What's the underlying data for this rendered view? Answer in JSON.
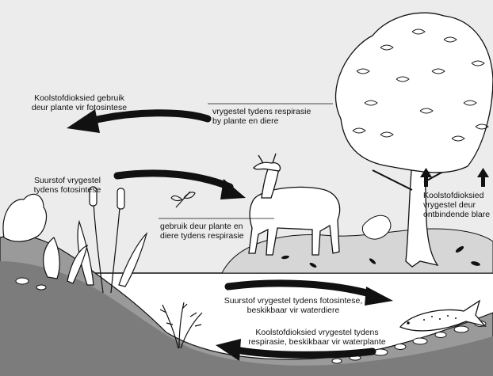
{
  "labels": {
    "co2_used_by_plants": [
      "Koolstofdioksied gebruik",
      "deur plante vir fotosintese"
    ],
    "released_by_respiration": [
      "vrygestel tydens respirasie",
      "by plante en diere"
    ],
    "oxygen_released": [
      "Suurstof vrygestel",
      "tydens fotosintese"
    ],
    "used_in_respiration": [
      "gebruik deur plante en",
      "diere tydens respirasie"
    ],
    "co2_from_leaves": [
      "Koolstofdioksied",
      "vrygestel deur",
      "ontbindende blare"
    ],
    "oxygen_for_water_animals": [
      "Suurstof vrygestel tydens fotosintese,",
      "beskikbaar vir waterdiere"
    ],
    "co2_for_water_plants": [
      "Koolstofdioksied vrygestel tydens",
      "respirasie, beskikbaar vir waterplante"
    ]
  },
  "colors": {
    "background": "#ececec",
    "ink": "#111111",
    "water": "#ffffff",
    "ground_shade": "#8f8f8f"
  },
  "icons": [
    "tree-icon",
    "deer-icon",
    "fish-icon",
    "dragonfly-icon",
    "reed-plant-icon",
    "squirrel-icon"
  ]
}
